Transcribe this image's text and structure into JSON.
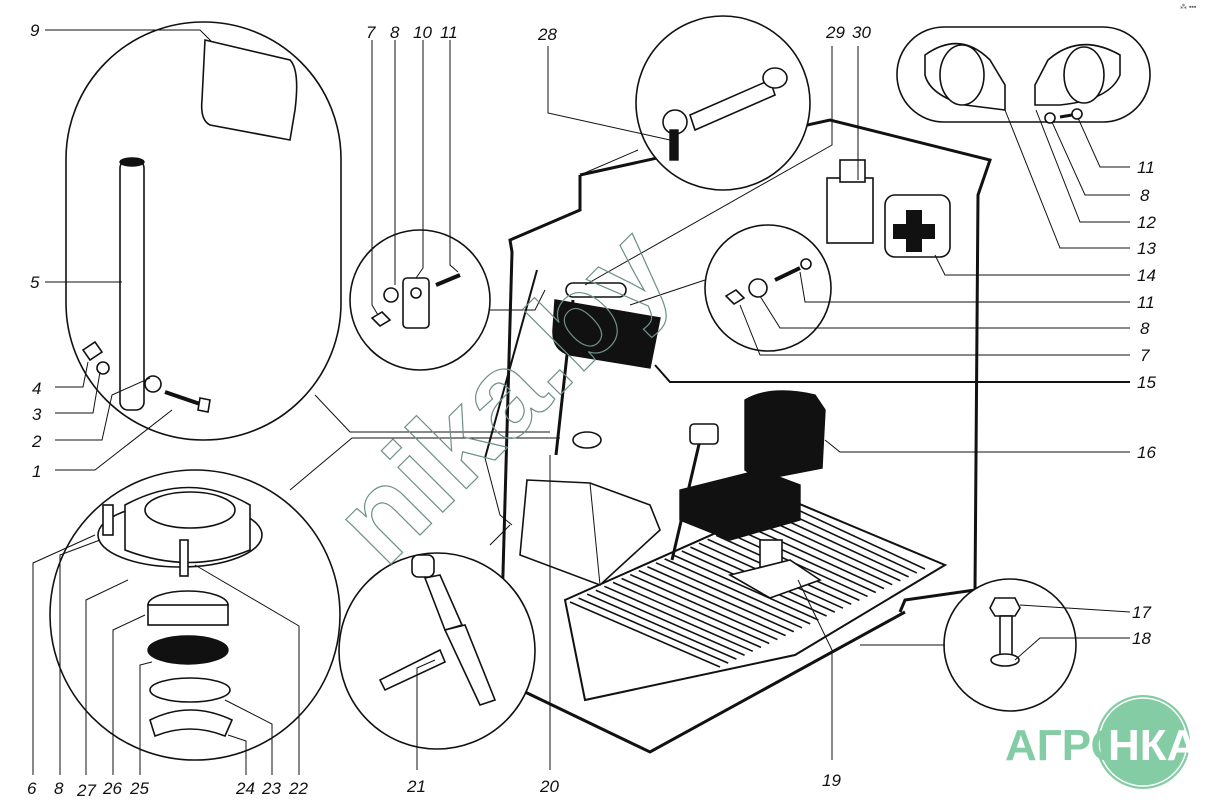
{
  "diagram": {
    "title": "",
    "subject": "Tractor cab interior equipment exploded view",
    "labels": [
      {
        "id": "l9",
        "text": "9"
      },
      {
        "id": "l5",
        "text": "5"
      },
      {
        "id": "l4",
        "text": "4"
      },
      {
        "id": "l3",
        "text": "3"
      },
      {
        "id": "l2",
        "text": "2"
      },
      {
        "id": "l1",
        "text": "1"
      },
      {
        "id": "l6",
        "text": "6"
      },
      {
        "id": "l8a",
        "text": "8"
      },
      {
        "id": "l27",
        "text": "27"
      },
      {
        "id": "l26",
        "text": "26"
      },
      {
        "id": "l25",
        "text": "25"
      },
      {
        "id": "l24",
        "text": "24"
      },
      {
        "id": "l23",
        "text": "23"
      },
      {
        "id": "l22",
        "text": "22"
      },
      {
        "id": "l21",
        "text": "21"
      },
      {
        "id": "l20",
        "text": "20"
      },
      {
        "id": "l19",
        "text": "19"
      },
      {
        "id": "l7a",
        "text": "7"
      },
      {
        "id": "l8b",
        "text": "8"
      },
      {
        "id": "l10",
        "text": "10"
      },
      {
        "id": "l11a",
        "text": "11"
      },
      {
        "id": "l28",
        "text": "28"
      },
      {
        "id": "l29",
        "text": "29"
      },
      {
        "id": "l30",
        "text": "30"
      },
      {
        "id": "l11b",
        "text": "11"
      },
      {
        "id": "l8c",
        "text": "8"
      },
      {
        "id": "l12",
        "text": "12"
      },
      {
        "id": "l13",
        "text": "13"
      },
      {
        "id": "l14",
        "text": "14"
      },
      {
        "id": "l11c",
        "text": "11"
      },
      {
        "id": "l8d",
        "text": "8"
      },
      {
        "id": "l7b",
        "text": "7"
      },
      {
        "id": "l15",
        "text": "15"
      },
      {
        "id": "l16",
        "text": "16"
      },
      {
        "id": "l17",
        "text": "17"
      },
      {
        "id": "l18",
        "text": "18"
      }
    ],
    "watermark": "nika.by",
    "corner_mark": "⁂ ▪▪▪"
  },
  "logo": {
    "text_left": "АГРО",
    "text_right": "НКА",
    "color": "#84cca4"
  }
}
